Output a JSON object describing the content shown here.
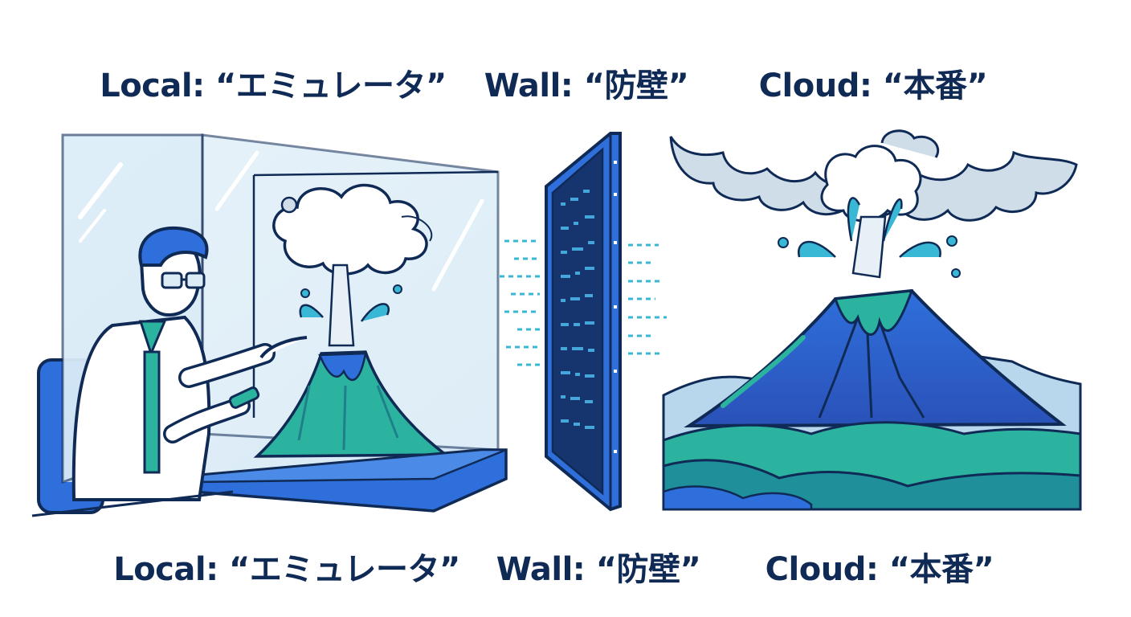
{
  "labels": {
    "top": {
      "local": "Local: “エミュレータ”",
      "wall": "Wall: “防壁”",
      "cloud": "Cloud: “本番”"
    },
    "bottom": {
      "local": "Local: “エミュレータ”",
      "wall": "Wall: “防壁”",
      "cloud": "Cloud: “本番”"
    }
  },
  "icons": {
    "local": "scientist-with-volcano-in-glass-case",
    "wall": "digital-firewall-panel",
    "cloud": "erupting-volcano-landscape"
  },
  "colors": {
    "ink": "#102a56",
    "glass": "#dcecf6",
    "blue": "#2f6fdc",
    "teal": "#2bb3a0",
    "cyan": "#39b8d6",
    "smoke": "#cfdde8"
  }
}
